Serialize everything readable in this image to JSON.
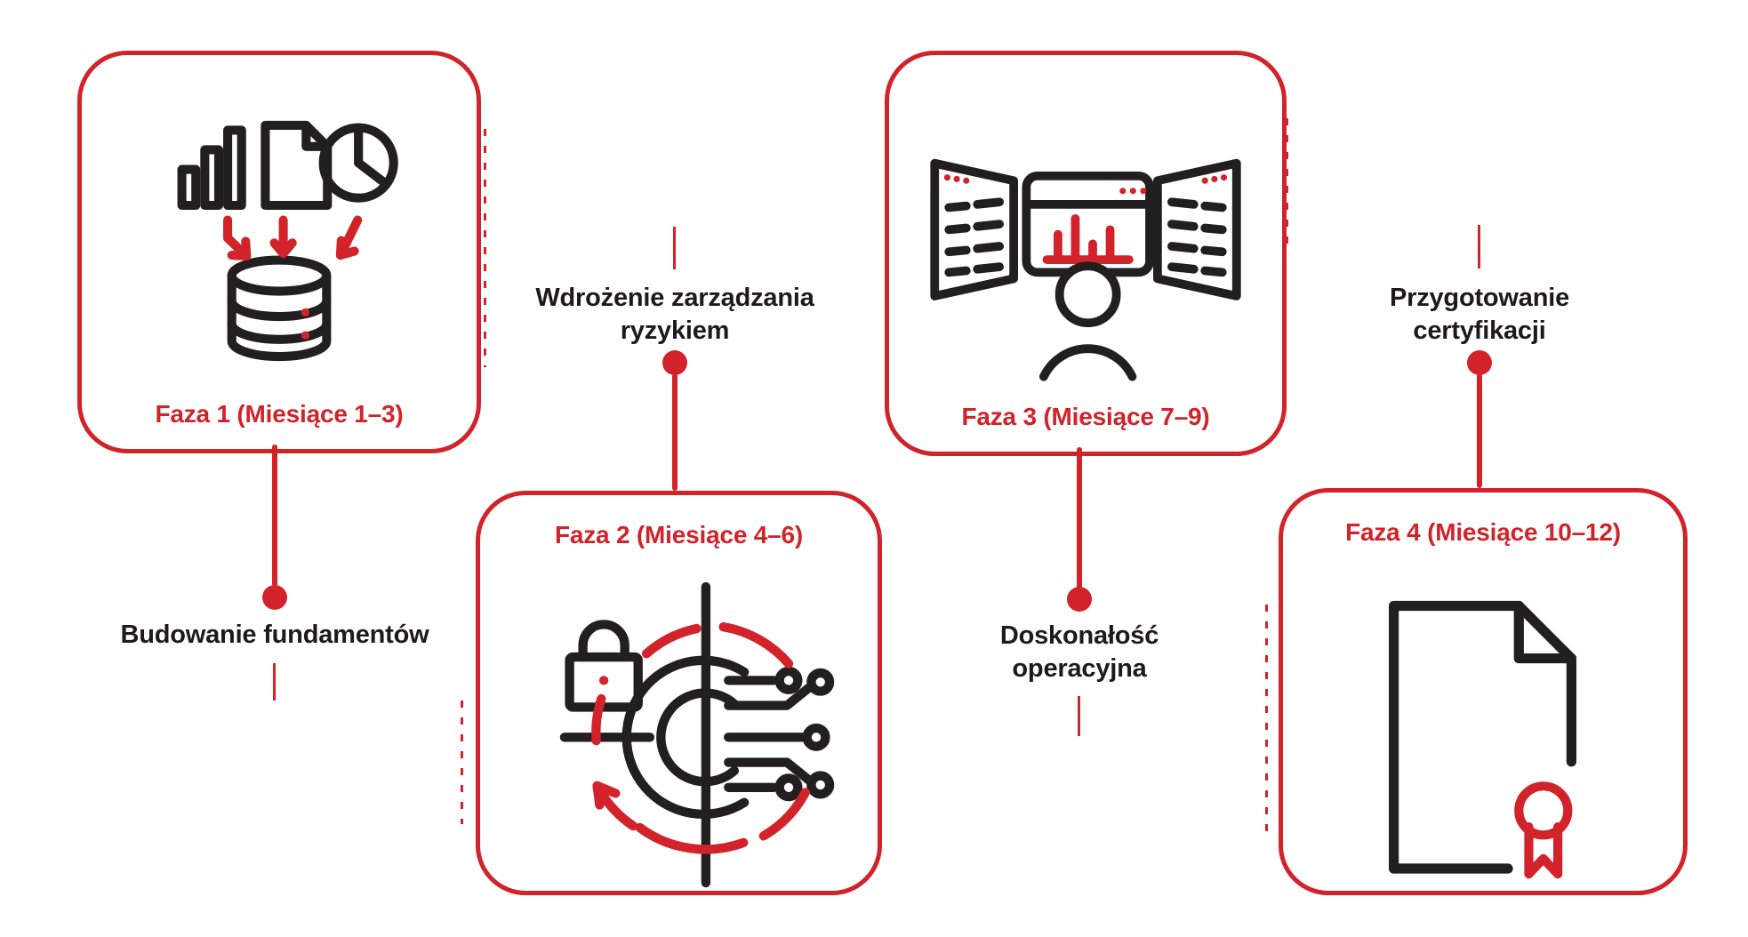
{
  "colors": {
    "accent_red": "#D2232A",
    "ink_black": "#231F20"
  },
  "phases": [
    {
      "card_label": "Faza 1 (Miesiące 1–3)",
      "milestone": "Budowanie fundamentów",
      "icon": "data-sources-to-database-icon"
    },
    {
      "card_label": "Faza 2 (Miesiące 4–6)",
      "milestone": "Wdrożenie zarządzania ryzykiem",
      "icon": "lock-risk-cycle-icon"
    },
    {
      "card_label": "Faza 3 (Miesiące 7–9)",
      "milestone": "Doskonałość operacyjna",
      "icon": "dashboard-operator-icon"
    },
    {
      "card_label": "Faza 4 (Miesiące 10–12)",
      "milestone": "Przygotowanie certyfikacji",
      "icon": "certificate-document-icon"
    }
  ]
}
